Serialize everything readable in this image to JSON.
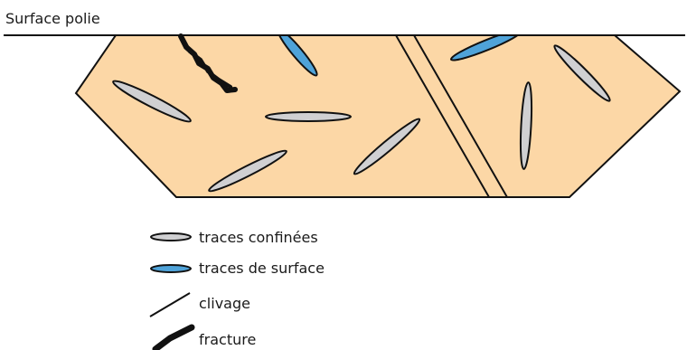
{
  "title": "Surface polie",
  "legend": [
    {
      "id": "confined",
      "label": "traces confinées"
    },
    {
      "id": "surface",
      "label": "traces de surface"
    },
    {
      "id": "cleavage",
      "label": "clivage"
    },
    {
      "id": "fracture",
      "label": "fracture"
    }
  ],
  "colors": {
    "crystal_fill": "#fcd7a6",
    "confined_track": "#d0d0d2",
    "surface_track": "#4fa3d9",
    "outline": "#111111"
  }
}
